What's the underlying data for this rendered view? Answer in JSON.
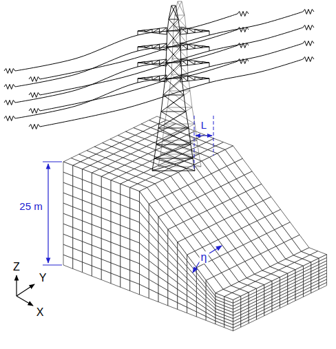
{
  "diagram": {
    "labels": [
      "25 m",
      "L",
      "η",
      "Z",
      "Y",
      "X"
    ]
  }
}
